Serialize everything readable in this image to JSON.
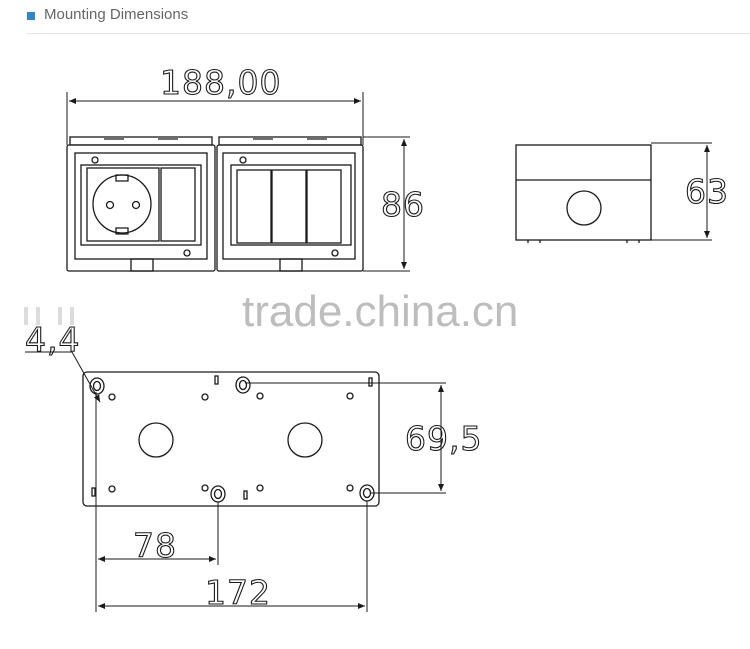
{
  "header": {
    "title": "Mounting Dimensions"
  },
  "dimensions": {
    "width_total": "188,00",
    "height_front": "86",
    "depth_side": "63",
    "hole_diameter": "4,4",
    "hole_vertical_spacing": "69,5",
    "hole_horizontal_offset": "78",
    "hole_horizontal_spacing": "172"
  },
  "watermark": "trade.china.cn",
  "colors": {
    "accent": "#2e86c8",
    "line": "#1a1a1a",
    "watermark": "#bdbdbd"
  }
}
